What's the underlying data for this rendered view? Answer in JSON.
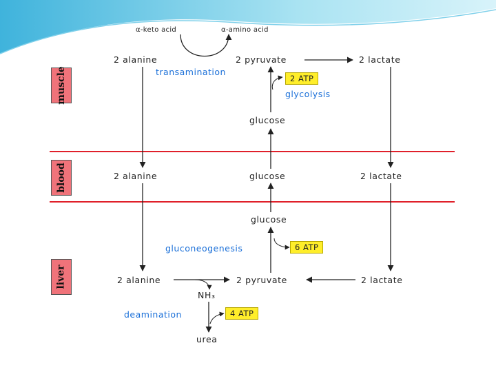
{
  "colors": {
    "compartment_line": "#e0202a",
    "tag_bg": "#f0737a",
    "enzyme_text": "#1a6fd8",
    "atp_bg": "#ffee2a",
    "header_wave": "#5bc8e6"
  },
  "tags": {
    "muscle": "muscle",
    "blood": "blood",
    "liver": "liver"
  },
  "muscle": {
    "keto_acid": "α-keto acid",
    "amino_acid": "α-amino acid",
    "alanine": "2 alanine",
    "pyruvate": "2 pyruvate",
    "lactate": "2 lactate",
    "transamination": "transamination",
    "atp": "2 ATP",
    "glycolysis": "glycolysis",
    "glucose": "glucose"
  },
  "blood": {
    "alanine": "2 alanine",
    "glucose": "glucose",
    "lactate": "2 lactate"
  },
  "liver": {
    "glucose": "glucose",
    "gluconeogenesis": "gluconeogenesis",
    "atp": "6 ATP",
    "alanine": "2 alanine",
    "pyruvate": "2 pyruvate",
    "lactate": "2 lactate",
    "nh3": "NH₃",
    "deamination": "deamination",
    "deamination_atp": "4 ATP",
    "urea": "urea"
  }
}
